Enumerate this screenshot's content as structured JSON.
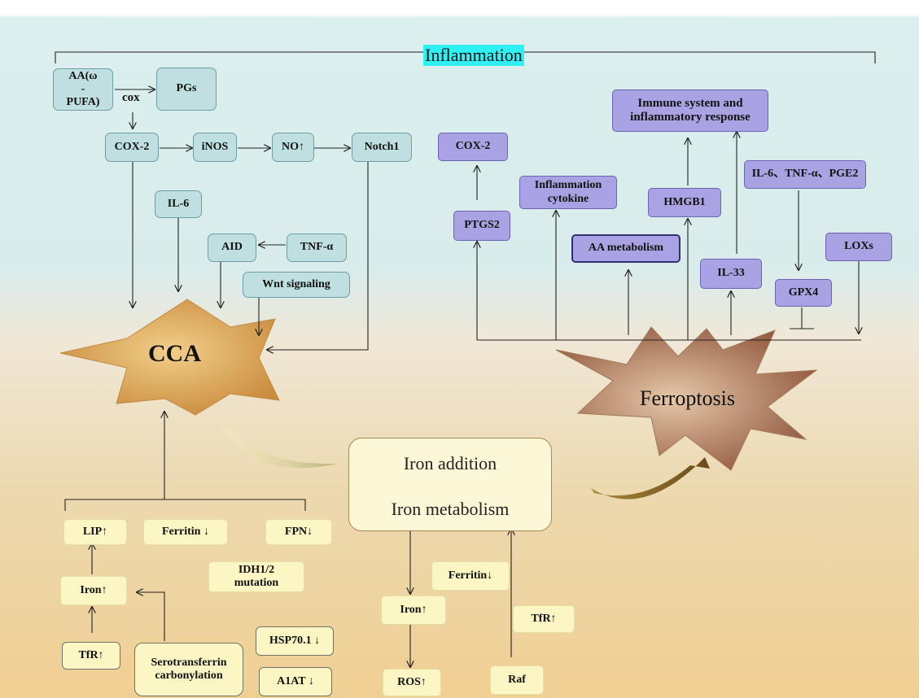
{
  "diagram": {
    "header": "Inflammation",
    "nodes": {
      "aa": "AA(ω\n-\nPUFA)",
      "pgs": "PGs",
      "cox_label": "cox",
      "cox2_left": "COX-2",
      "inos": "iNOS",
      "no": "NO↑",
      "notch1": "Notch1",
      "il6_left": "IL-6",
      "aid": "AID",
      "tnfa": "TNF-α",
      "wnt": "Wnt signaling",
      "cca": "CCA",
      "cox2_right": "COX-2",
      "ptgs2": "PTGS2",
      "infl_cytokine": "Inflammation\ncytokine",
      "aa_metabolism": "AA metabolism",
      "immune": "Immune system and\ninflammatory response",
      "hmgb1": "HMGB1",
      "il33": "IL-33",
      "il6_tnf_pge2": "IL-6、TNF-α、PGE2",
      "gpx4": "GPX4",
      "loxs": "LOXs",
      "ferroptosis": "Ferroptosis",
      "iron_addition": "Iron addition",
      "iron_metabolism": "Iron metabolism",
      "lip": "LIP↑",
      "ferritin_left": "Ferritin ↓",
      "fpn": "FPN↓",
      "idh": "IDH1/2\nmutation",
      "iron_left": "Iron↑",
      "tfr_left": "TfR↑",
      "serotransferrin": "Serotransferrin\ncarbonylation",
      "hsp70": "HSP70.1 ↓",
      "a1at": "A1AT ↓",
      "ferritin_mid": "Ferritin↓",
      "iron_mid": "Iron↑",
      "ros": "ROS↑",
      "tfr_mid": "TfR↑",
      "raf": "Raf"
    },
    "colors": {
      "teal_node": "#bfdfe0",
      "purple_node": "#a9a3e3",
      "yellow_node": "#fbf6c4",
      "highlight": "#2ff1f4",
      "cca_star": "#d9a15a",
      "ferroptosis_star": "#a0705a"
    }
  }
}
